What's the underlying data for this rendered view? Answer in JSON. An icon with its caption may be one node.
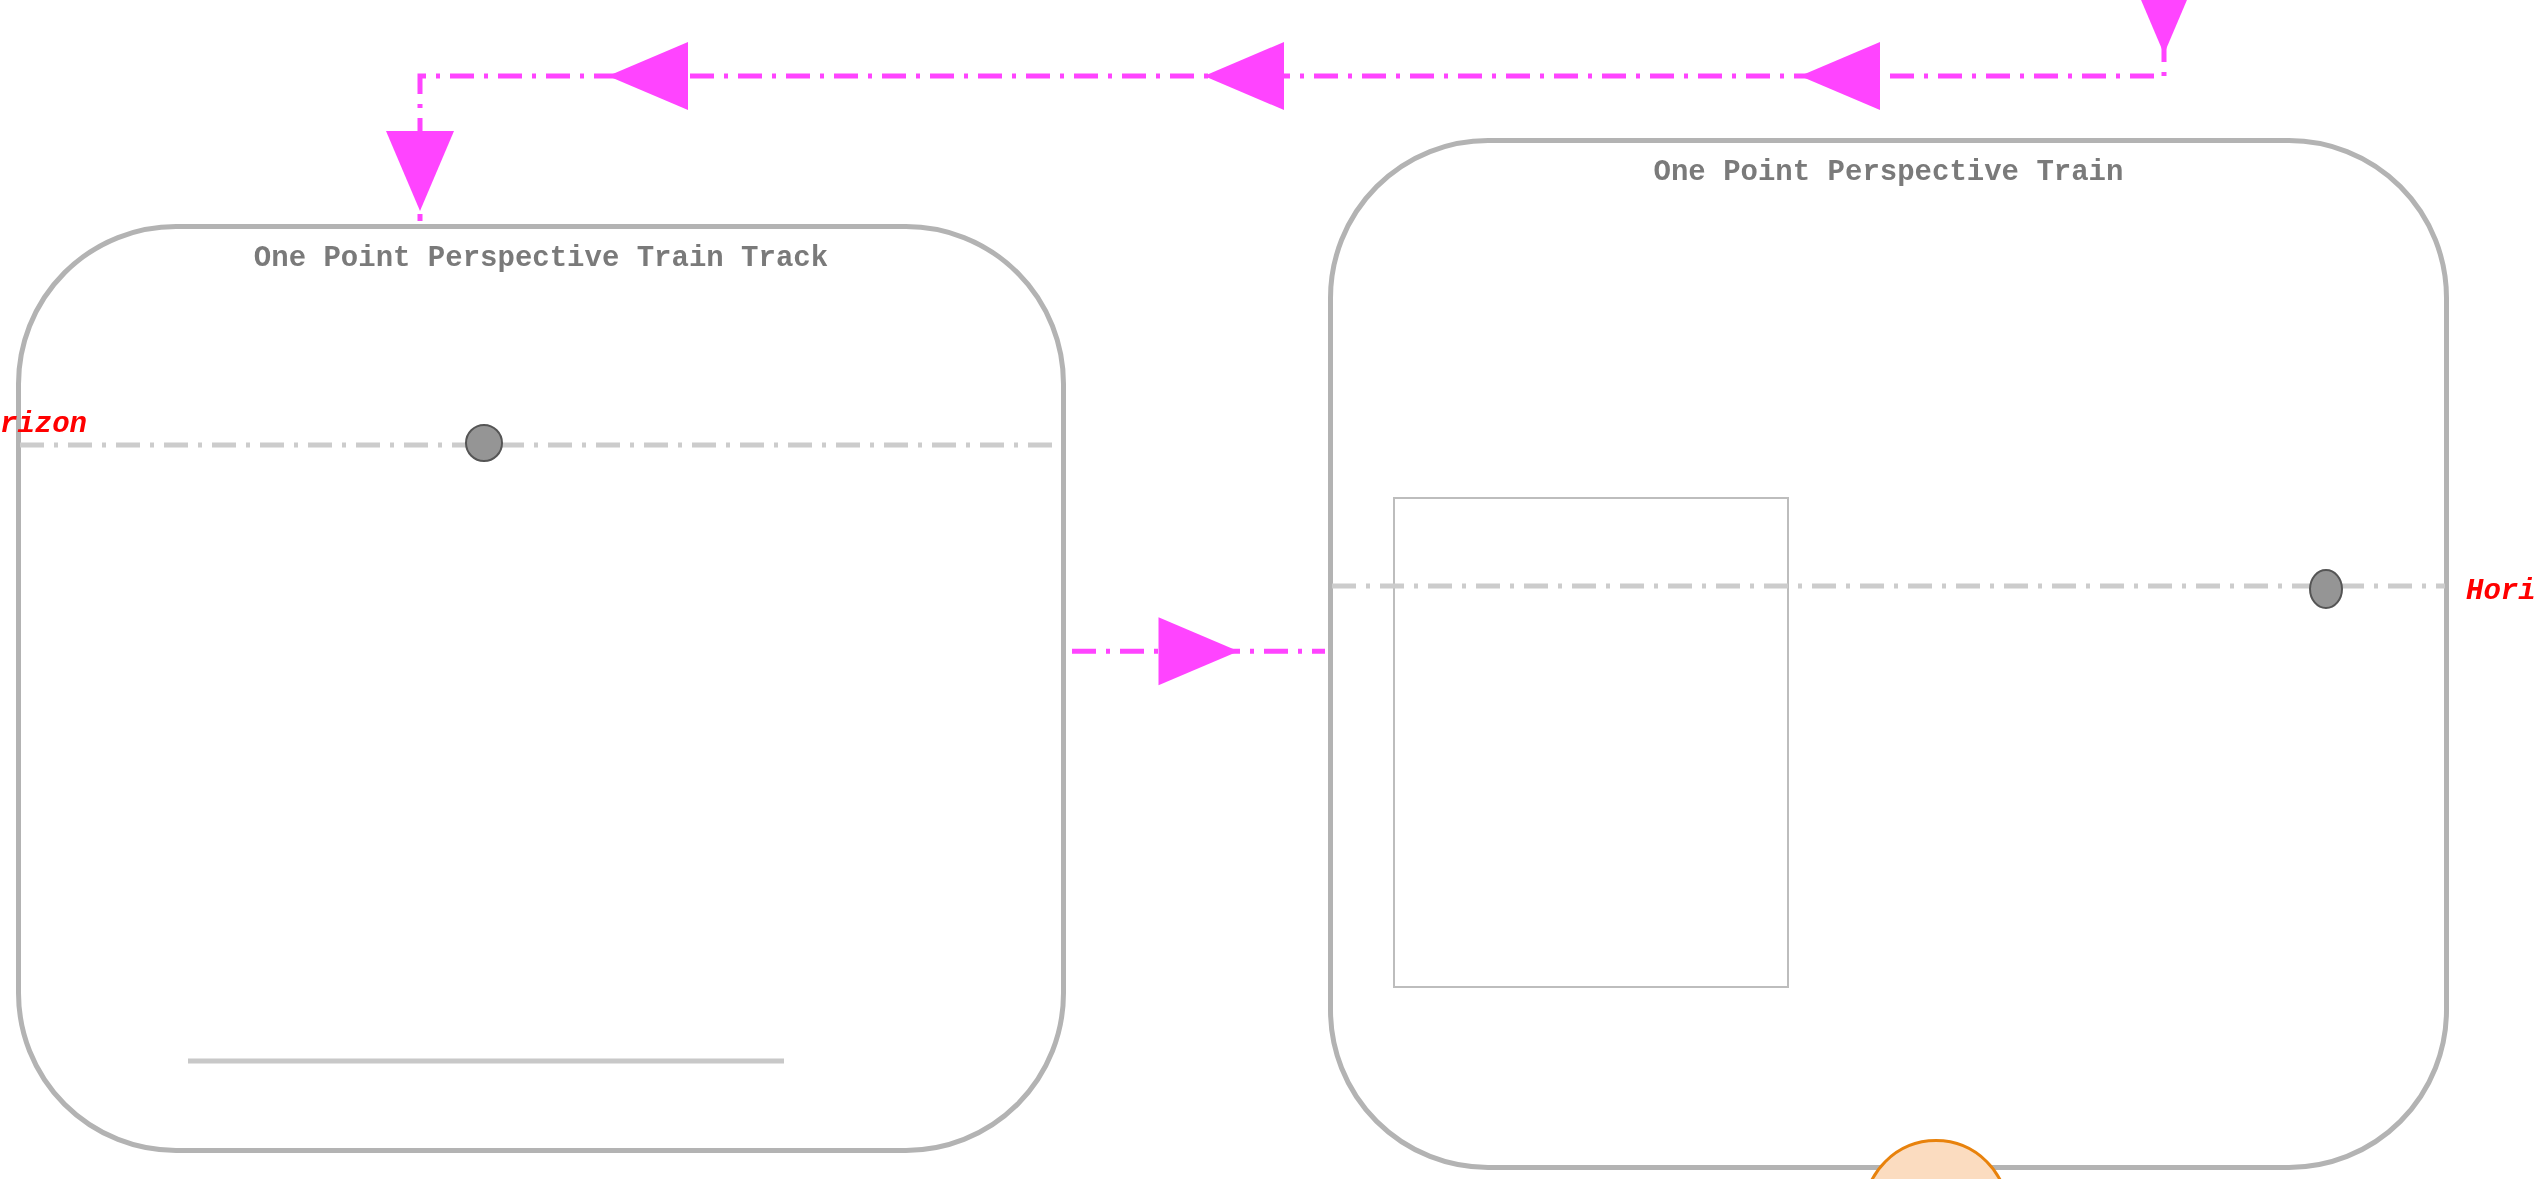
{
  "diagram": {
    "nodes": [
      {
        "text": [
          "One Point Perspective Train Track"
        ]
      },
      {
        "text": [
          "One Point Perspective Train"
        ]
      },
      {
        "text": [],
        "shape": "box",
        "in": 1
      },
      {
        "text": [],
        "shape": "circle"
      }
    ],
    "edges": [
      {
        "from": null,
        "to": 0,
        "arrow": "to",
        "style": "dashed"
      },
      {
        "from": 0,
        "to": 1,
        "arrow": "to",
        "style": "dashed"
      }
    ],
    "labels": [
      "rizon",
      "Hori"
    ]
  }
}
